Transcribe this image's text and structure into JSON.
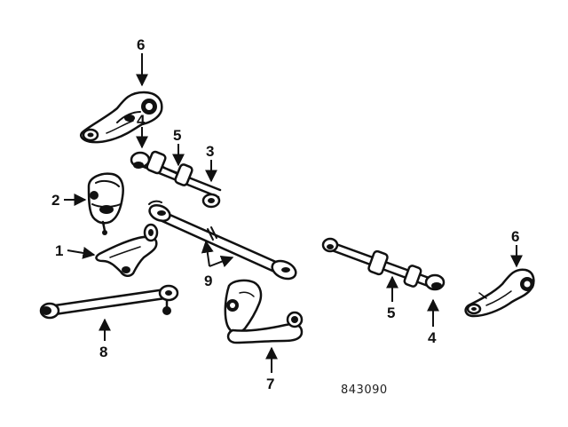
{
  "diagram": {
    "part_number": "843090",
    "callouts": [
      "6",
      "4",
      "5",
      "3",
      "2",
      "1",
      "9",
      "8",
      "7",
      "6",
      "5",
      "4"
    ]
  }
}
